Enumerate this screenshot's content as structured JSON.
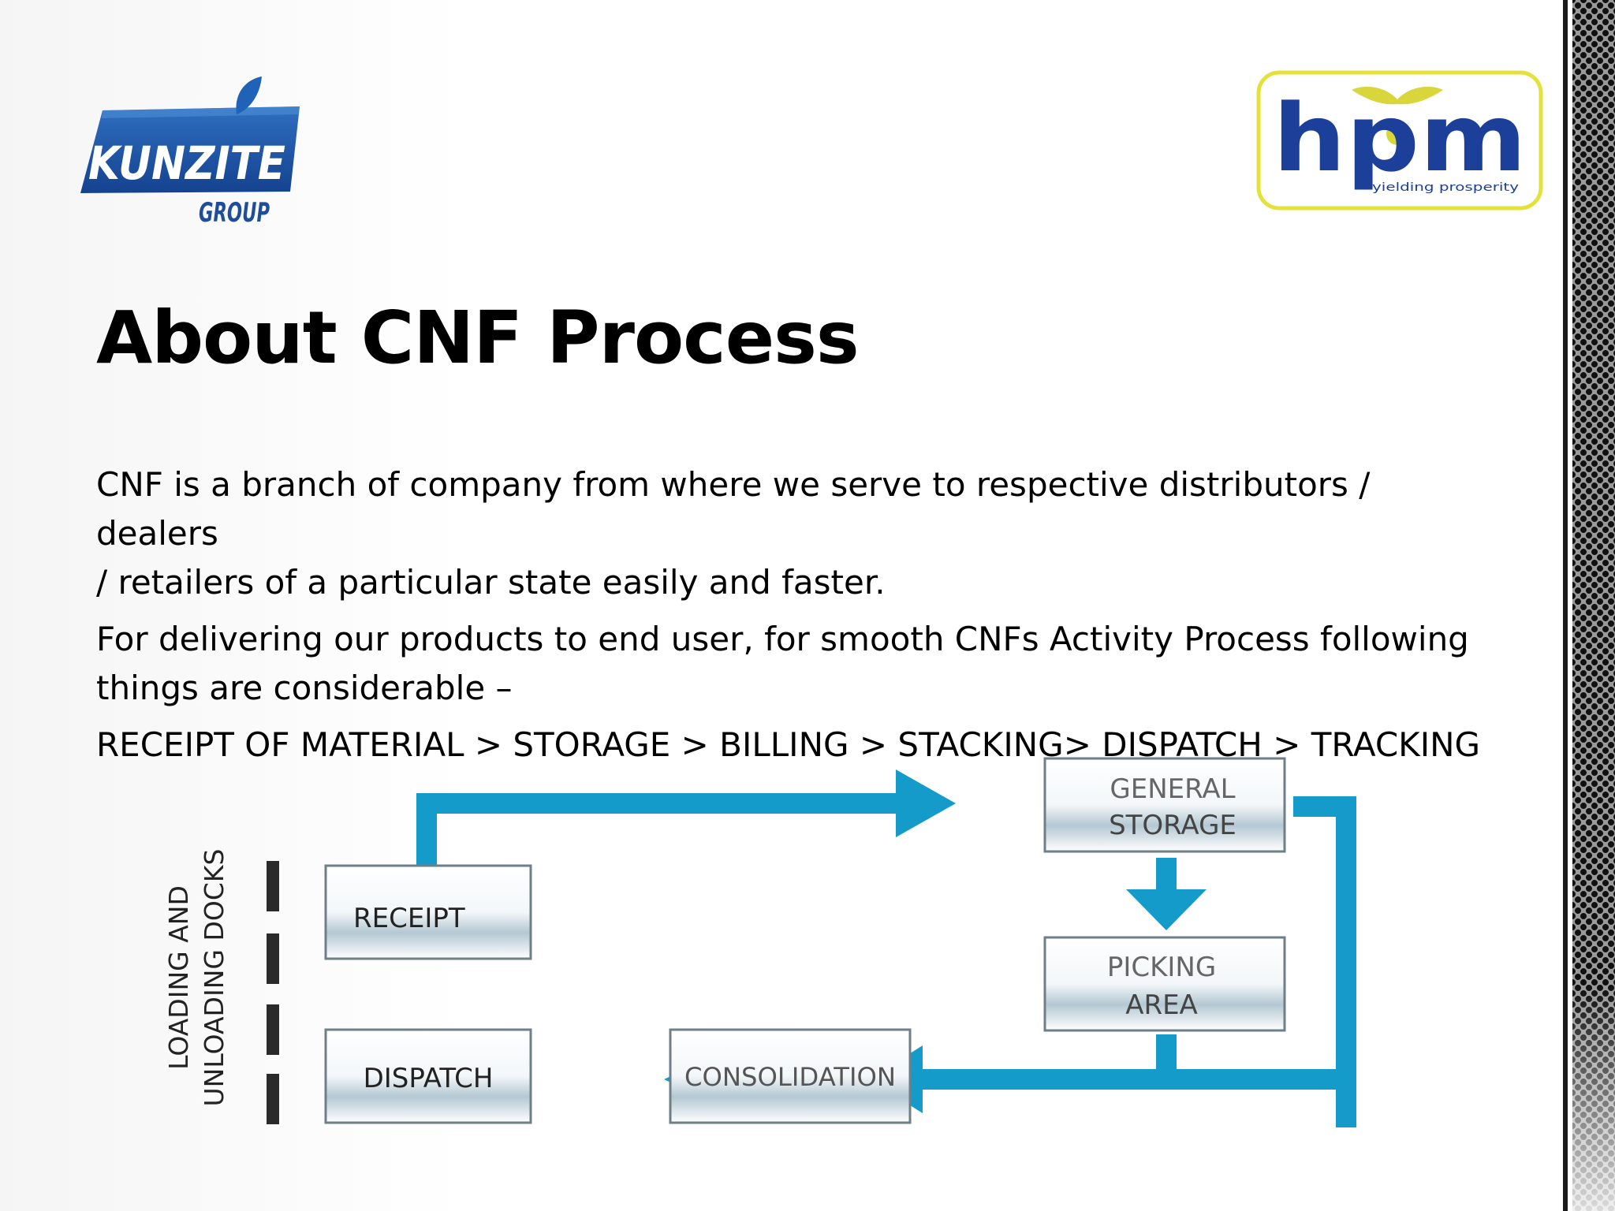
{
  "logos": {
    "left": {
      "line1": "KUNZITE",
      "line2": "GROUP"
    },
    "right": {
      "brand": "hpm",
      "tagline": "yielding prosperity"
    }
  },
  "slide": {
    "title": "About CNF Process",
    "paragraphs": [
      {
        "lines": [
          "CNF is a branch of company from where we serve to respective distributors / dealers",
          "/ retailers of a particular state  easily and faster."
        ]
      },
      {
        "lines": [
          "For delivering  our products  to end user, for smooth CNFs Activity Process following",
          "things are considerable –"
        ]
      },
      {
        "lines": [
          "RECEIPT OF MATERIAL > STORAGE > BILLING > STACKING> DISPATCH > TRACKING"
        ]
      }
    ]
  },
  "diagram": {
    "side_label": [
      "LOADING AND",
      "UNLOADING DOCKS"
    ],
    "boxes": {
      "receipt": [
        "RECEIPT"
      ],
      "dispatch": [
        "DISPATCH"
      ],
      "general_storage": [
        "GENERAL",
        "STORAGE"
      ],
      "picking_area": [
        "PICKING",
        "AREA"
      ],
      "consolidation": [
        "CONSOLIDATION"
      ]
    },
    "colors": {
      "arrow": "#159bc9",
      "box_border": "#6f7f88",
      "box_text": "#222222",
      "box_text_light": "#666666"
    }
  }
}
